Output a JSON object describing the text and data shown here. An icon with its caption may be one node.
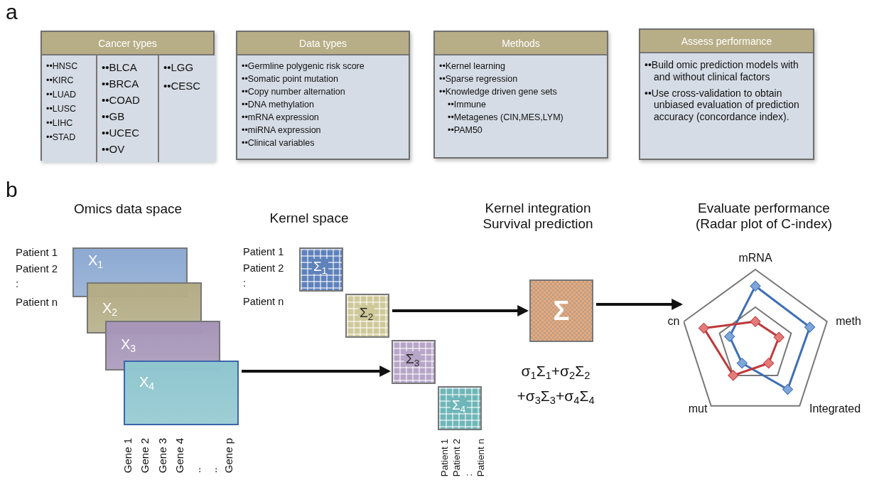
{
  "diagram": {
    "nodes": [
      {
        "text": [
          "Cancer types"
        ]
      },
      {
        "text": [
          "••HNSC",
          "••KIRC",
          "••LUAD",
          "••LUSC",
          "••LIHC",
          "••STAD"
        ],
        "in": 0
      },
      {
        "text": [
          "••BLCA",
          "••BRCA",
          "••COAD",
          "••GB",
          "••UCEC",
          "••OV"
        ],
        "in": 0
      },
      {
        "text": [
          "••LGG",
          "••CESC"
        ],
        "in": 0
      },
      {
        "text": [
          "Data types",
          "••Germline polygenic risk score",
          "••Somatic point mutation",
          "••Copy number alternation",
          "••DNA methylation",
          "••mRNA expression",
          "••miRNA expression",
          "••Clinical variables"
        ]
      },
      {
        "text": [
          "Methods",
          "••Kernel learning",
          "••Sparse regression",
          "••Knowledge driven gene sets",
          "••Immune",
          "••Metagenes (CIN,MES,LYM)",
          "••PAM50"
        ]
      },
      {
        "text": [
          "Assess performance",
          "••Build omic prediction models with and without clinical factors",
          "••Use cross-validation to obtain unbiased evaluation of prediction accuracy (concordance index)."
        ]
      },
      {
        "text": [
          "X$_{1}$"
        ]
      },
      {
        "text": [
          "X$_{2}$"
        ]
      },
      {
        "text": [
          "X$_{3}$"
        ]
      },
      {
        "text": [
          "X$_{4}$"
        ]
      },
      {
        "text": [
          "Σ$_{1}$"
        ]
      },
      {
        "text": [
          "Σ$_{2}$"
        ]
      },
      {
        "text": [
          "Σ$_{3}$"
        ]
      },
      {
        "text": [
          "Σ$_{4}$"
        ]
      },
      {
        "text": [
          "Σ"
        ],
        "beside": [
          "σ$_{1}$Σ$_{1}$+σ$_{2}$Σ$_{2}$ +σ$_{3}$Σ$_{3}$+σ$_{4}$Σ$_{4}$"
        ]
      },
      {
        "text": [],
        "shape": "picture",
        "beside": [
          "mRNA",
          "cn",
          "meth",
          "mut",
          "Integrated"
        ]
      }
    ],
    "edges": [
      {
        "from": 10,
        "to": 13,
        "arrow": "to"
      },
      {
        "from": 12,
        "to": 15,
        "arrow": "to"
      },
      {
        "from": 15,
        "to": 16,
        "arrow": "to"
      }
    ],
    "labels": [
      "a",
      "b",
      "Omics data space",
      "Kernel space",
      "Kernel integration Survival prediction",
      "Evaluate performance (Radar plot of C-index)",
      "Patient 1",
      "Patient 2",
      ":",
      "Patient n",
      "Patient 1",
      "Patient 2",
      ":",
      "Patient n",
      "Gene 1",
      "Gene 2",
      "Gene 3",
      "Gene 4",
      "..",
      "..",
      "Gene p",
      "Patient 1",
      "Patient 2",
      ":",
      "Patient n"
    ]
  }
}
